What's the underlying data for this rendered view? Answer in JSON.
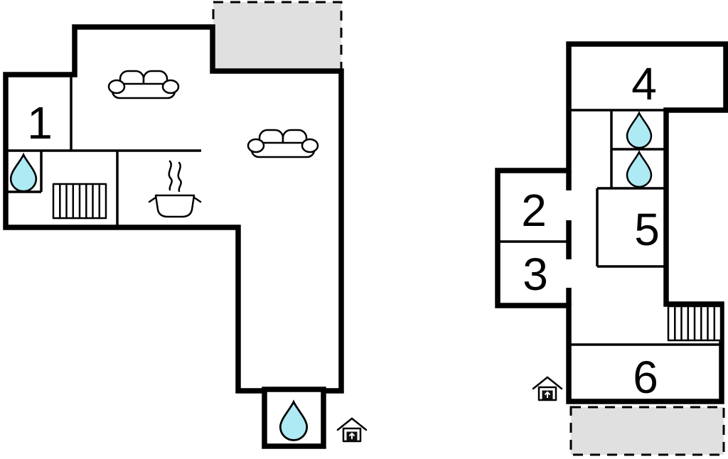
{
  "diagram_type": "vacation-home-floor-plan",
  "colors": {
    "wall": "#000000",
    "terrace_fill": "#e0e0e0",
    "water_drop_fill": "#aeeaf4",
    "room_fill": "#ffffff",
    "label_color": "#000000"
  },
  "ground_floor": {
    "room_labels": {
      "room1": "1"
    },
    "features": [
      "terrace-dashed",
      "sofa",
      "sofa",
      "stove-pot-with-steam",
      "staircase",
      "water-drop",
      "water-drop",
      "house-entrance-marker"
    ]
  },
  "upper_floor": {
    "room_labels": {
      "room2": "2",
      "room3": "3",
      "room4": "4",
      "room5": "5",
      "room6": "6"
    },
    "features": [
      "water-drop",
      "water-drop",
      "staircase",
      "terrace-dashed",
      "house-entrance-marker"
    ]
  }
}
